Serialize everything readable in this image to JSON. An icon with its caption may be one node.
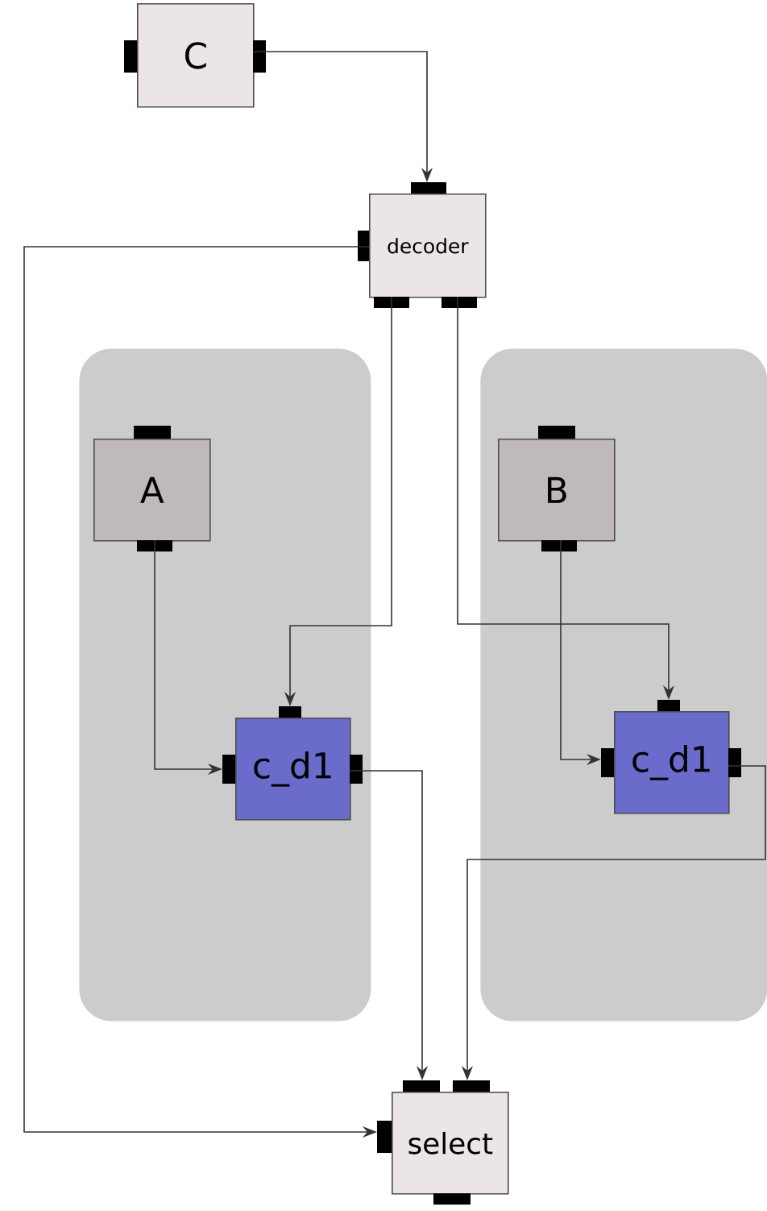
{
  "diagram": {
    "nodes": [
      {
        "text": [
          "C"
        ]
      },
      {
        "text": [
          "decoder"
        ]
      },
      {
        "text": [],
        "shape": "box"
      },
      {
        "text": [
          "A"
        ],
        "in": 2
      },
      {
        "text": [
          "c_d1"
        ],
        "in": 2
      },
      {
        "text": [],
        "shape": "box"
      },
      {
        "text": [
          "B"
        ],
        "in": 5
      },
      {
        "text": [
          "c_d1"
        ],
        "in": 5
      },
      {
        "text": [
          "select"
        ]
      }
    ],
    "edges": [
      {
        "from": 0,
        "to": 1,
        "arrow": "to"
      },
      {
        "from": 1,
        "to": 4,
        "arrow": "to"
      },
      {
        "from": 1,
        "to": 7,
        "arrow": "to"
      },
      {
        "from": 3,
        "to": 4,
        "arrow": "to"
      },
      {
        "from": 6,
        "to": 7,
        "arrow": "to"
      },
      {
        "from": 4,
        "to": 8,
        "arrow": "to"
      },
      {
        "from": 7,
        "to": 8,
        "arrow": "to"
      },
      {
        "from": 1,
        "to": 8,
        "arrow": "to"
      }
    ]
  }
}
